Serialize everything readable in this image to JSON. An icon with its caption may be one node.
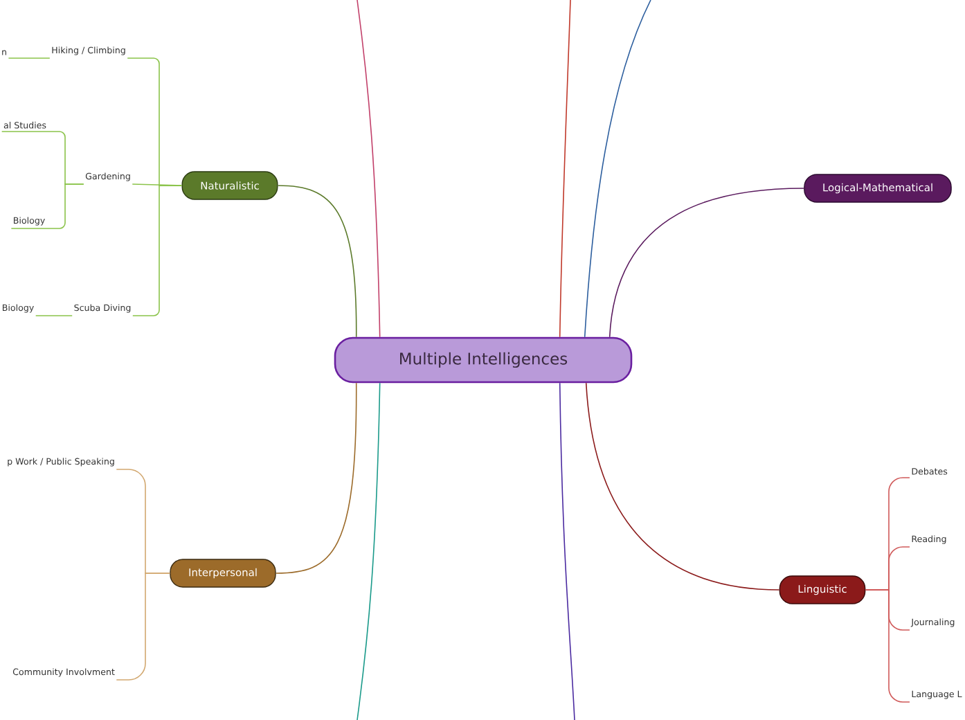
{
  "diagram": {
    "nodes": [
      {
        "text": [
          "Multiple Intelligences"
        ]
      },
      {
        "text": [
          "Naturalistic"
        ]
      },
      {
        "text": [
          "Hiking / Climbing"
        ]
      },
      {
        "text": [
          "n"
        ]
      },
      {
        "text": [
          "Gardening"
        ]
      },
      {
        "text": [
          "al Studies"
        ]
      },
      {
        "text": [
          "Biology"
        ]
      },
      {
        "text": [
          "Scuba Diving"
        ]
      },
      {
        "text": [
          "Biology"
        ]
      },
      {
        "text": [
          "Interpersonal"
        ]
      },
      {
        "text": [
          "p Work / Public Speaking"
        ]
      },
      {
        "text": [
          "Community Involvment"
        ]
      },
      {
        "text": [
          "Logical-Mathematical"
        ]
      },
      {
        "text": [
          "Linguistic"
        ]
      },
      {
        "text": [
          "Debates"
        ]
      },
      {
        "text": [
          "Reading"
        ]
      },
      {
        "text": [
          "Journaling"
        ]
      },
      {
        "text": [
          "Language L"
        ]
      }
    ],
    "edges": [
      {
        "from": 0,
        "to": 1,
        "arrow": "none",
        "color": "#5b7a2a"
      },
      {
        "from": 1,
        "to": 2,
        "arrow": "none",
        "color": "#8bc34a"
      },
      {
        "from": 2,
        "to": 3,
        "arrow": "none",
        "color": "#8bc34a"
      },
      {
        "from": 1,
        "to": 4,
        "arrow": "none",
        "color": "#8bc34a"
      },
      {
        "from": 4,
        "to": 5,
        "arrow": "none",
        "color": "#8bc34a"
      },
      {
        "from": 4,
        "to": 6,
        "arrow": "none",
        "color": "#8bc34a"
      },
      {
        "from": 1,
        "to": 7,
        "arrow": "none",
        "color": "#8bc34a"
      },
      {
        "from": 7,
        "to": 8,
        "arrow": "none",
        "color": "#8bc34a"
      },
      {
        "from": 0,
        "to": 9,
        "arrow": "none",
        "color": "#9c6b2a"
      },
      {
        "from": 9,
        "to": 10,
        "arrow": "none",
        "color": "#d2a870"
      },
      {
        "from": 9,
        "to": 11,
        "arrow": "none",
        "color": "#d2a870"
      },
      {
        "from": 0,
        "to": 12,
        "arrow": "none",
        "color": "#5a1a5e"
      },
      {
        "from": 0,
        "to": 13,
        "arrow": "none",
        "color": "#8b1a1a"
      },
      {
        "from": 13,
        "to": 14,
        "arrow": "none",
        "color": "#d05a5a"
      },
      {
        "from": 13,
        "to": 15,
        "arrow": "none",
        "color": "#d05a5a"
      },
      {
        "from": 13,
        "to": 16,
        "arrow": "none",
        "color": "#d05a5a"
      },
      {
        "from": 13,
        "to": 17,
        "arrow": "none",
        "color": "#d05a5a"
      },
      {
        "from": 0,
        "to": null,
        "arrow": "none",
        "color": "#c2406a"
      },
      {
        "from": 0,
        "to": null,
        "arrow": "none",
        "color": "#c0392b"
      },
      {
        "from": 0,
        "to": null,
        "arrow": "none",
        "color": "#2c5e9e"
      },
      {
        "from": 0,
        "to": null,
        "arrow": "none",
        "color": "#1a9a8a"
      },
      {
        "from": 0,
        "to": null,
        "arrow": "none",
        "color": "#4a2aa0"
      }
    ]
  }
}
